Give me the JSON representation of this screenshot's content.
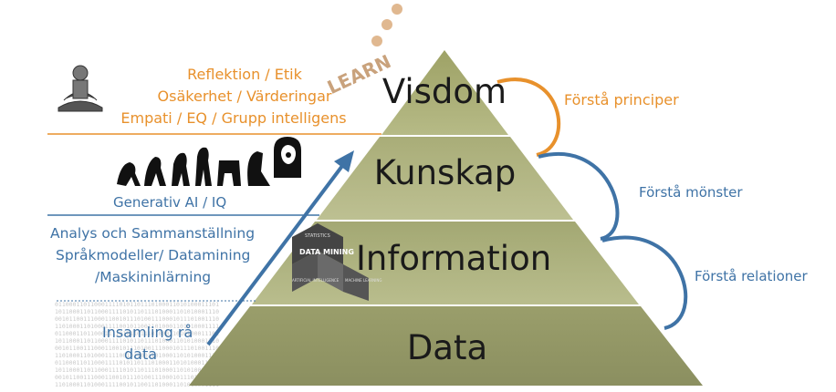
{
  "pyramid": {
    "levels": [
      {
        "id": "visdom",
        "label": "Visdom"
      },
      {
        "id": "kunskap",
        "label": "Kunskap"
      },
      {
        "id": "information",
        "label": "Information"
      },
      {
        "id": "data",
        "label": "Data"
      }
    ]
  },
  "right_labels": {
    "principer": "Förstå principer",
    "monster": "Förstå mönster",
    "relationer": "Förstå relationer"
  },
  "left_labels": {
    "wisdom_lines": [
      "Reflektion / Etik",
      "Osäkerhet / Värderingar",
      "Empati / EQ / Grupp intelligens"
    ],
    "knowledge": "Generativ AI / IQ",
    "info_lines": [
      "Analys och Sammanställning",
      "Språkmodeller/ Datamining",
      "/Maskininlärning"
    ],
    "data_lines": [
      "Insamling rå",
      "data"
    ]
  },
  "badge": {
    "statistics": "STATISTICS",
    "main": "DATA MINING",
    "ai": "ARTIFICIAL INTELLIGENCE",
    "ml": "MACHINE LEARNING"
  },
  "learn_word": "LEARN",
  "colors": {
    "orange": "#e8912c",
    "blue": "#3f73a6",
    "tier_light": "#b8bd8a",
    "tier_mid": "#a6ab78",
    "tier_dark": "#8f946a"
  }
}
